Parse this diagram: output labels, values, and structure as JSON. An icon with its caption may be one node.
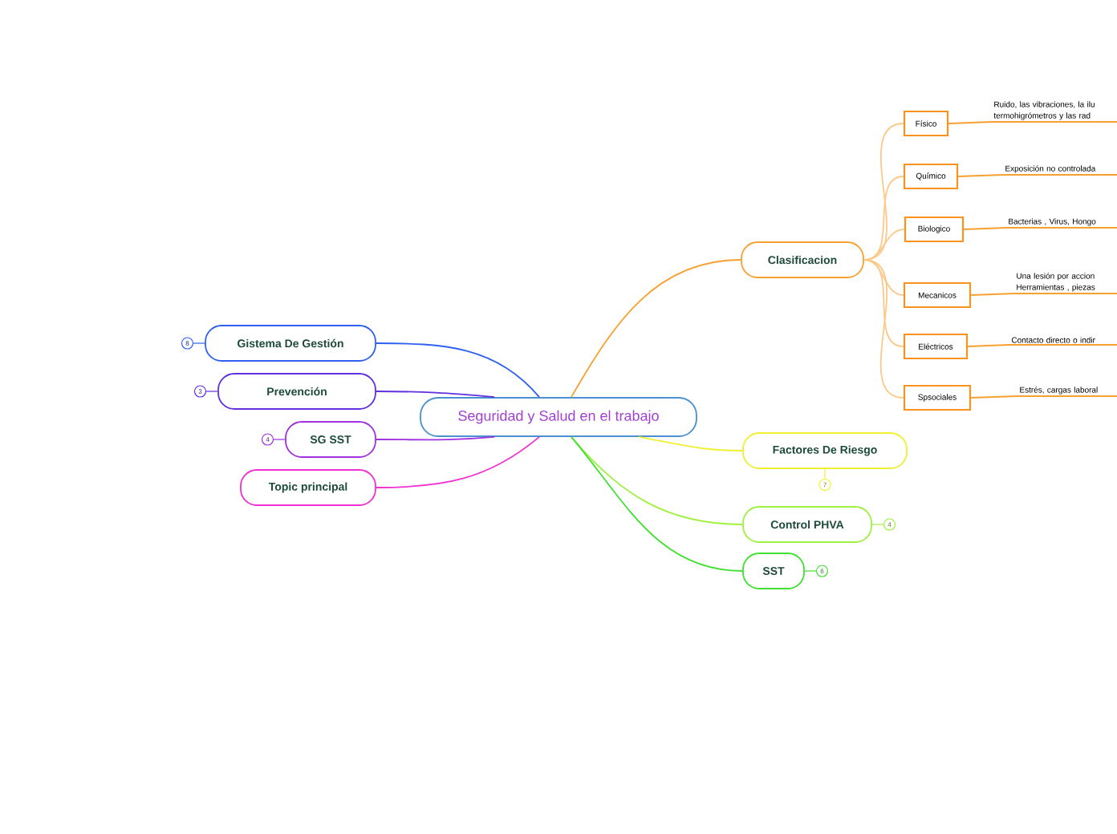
{
  "diagram": {
    "nodes": [
      {
        "text": [
          "Seguridad y Salud en el trabajo"
        ]
      },
      {
        "text": [
          "Clasificacion"
        ]
      },
      {
        "text": [
          "Físico"
        ]
      },
      {
        "text": [
          "Químico"
        ]
      },
      {
        "text": [
          "Biologico"
        ]
      },
      {
        "text": [
          "Mecanicos"
        ]
      },
      {
        "text": [
          "Eléctricos"
        ]
      },
      {
        "text": [
          "Spsociales"
        ]
      },
      {
        "text": [
          "Ruido, las vibraciones, la ilu termohigrómetros y las rad"
        ]
      },
      {
        "text": [
          "Exposición no controlada"
        ]
      },
      {
        "text": [
          "Bacterias , Virus, Hongo"
        ]
      },
      {
        "text": [
          "Una lesión por accion Herramientas , piezas"
        ]
      },
      {
        "text": [
          "Contacto directo o indir"
        ]
      },
      {
        "text": [
          "Estrés, cargas laboral"
        ]
      },
      {
        "text": [
          "Factores De Riesgo"
        ],
        "beside": [
          "7"
        ]
      },
      {
        "text": [
          "Control PHVA"
        ],
        "beside": [
          "4"
        ]
      },
      {
        "text": [
          "SST"
        ],
        "beside": [
          "6"
        ]
      },
      {
        "text": [
          "Gistema De Gestión"
        ],
        "beside": [
          "8"
        ]
      },
      {
        "text": [
          "Prevención"
        ],
        "beside": [
          "3"
        ]
      },
      {
        "text": [
          "SG  SST"
        ],
        "beside": [
          "4"
        ]
      },
      {
        "text": [
          "Topic principal"
        ]
      }
    ],
    "edges": [
      {
        "from": 0,
        "to": 1,
        "arrow": "none",
        "color": "#f7a030"
      },
      {
        "from": 1,
        "to": 2,
        "arrow": "none",
        "color": "#fbc98a"
      },
      {
        "from": 1,
        "to": 3,
        "arrow": "none",
        "color": "#fbc98a"
      },
      {
        "from": 1,
        "to": 4,
        "arrow": "none",
        "color": "#fbc98a"
      },
      {
        "from": 1,
        "to": 5,
        "arrow": "none",
        "color": "#fbc98a"
      },
      {
        "from": 1,
        "to": 6,
        "arrow": "none",
        "color": "#fbc98a"
      },
      {
        "from": 1,
        "to": 7,
        "arrow": "none",
        "color": "#fbc98a"
      },
      {
        "from": 2,
        "to": 8,
        "arrow": "none",
        "color": "#f7a030"
      },
      {
        "from": 3,
        "to": 9,
        "arrow": "none",
        "color": "#f7a030"
      },
      {
        "from": 4,
        "to": 10,
        "arrow": "none",
        "color": "#f7a030"
      },
      {
        "from": 5,
        "to": 11,
        "arrow": "none",
        "color": "#f7a030"
      },
      {
        "from": 6,
        "to": 12,
        "arrow": "none",
        "color": "#f7a030"
      },
      {
        "from": 7,
        "to": 13,
        "arrow": "none",
        "color": "#f7a030"
      },
      {
        "from": 0,
        "to": 14,
        "arrow": "none",
        "color": "#f0f030"
      },
      {
        "from": 0,
        "to": 15,
        "arrow": "none",
        "color": "#a0f040"
      },
      {
        "from": 0,
        "to": 16,
        "arrow": "none",
        "color": "#40e030"
      },
      {
        "from": 0,
        "to": 17,
        "arrow": "none",
        "color": "#3060f0"
      },
      {
        "from": 0,
        "to": 18,
        "arrow": "none",
        "color": "#6030e0"
      },
      {
        "from": 0,
        "to": 19,
        "arrow": "none",
        "color": "#a030e0"
      },
      {
        "from": 0,
        "to": 20,
        "arrow": "none",
        "color": "#f030d0"
      }
    ]
  }
}
